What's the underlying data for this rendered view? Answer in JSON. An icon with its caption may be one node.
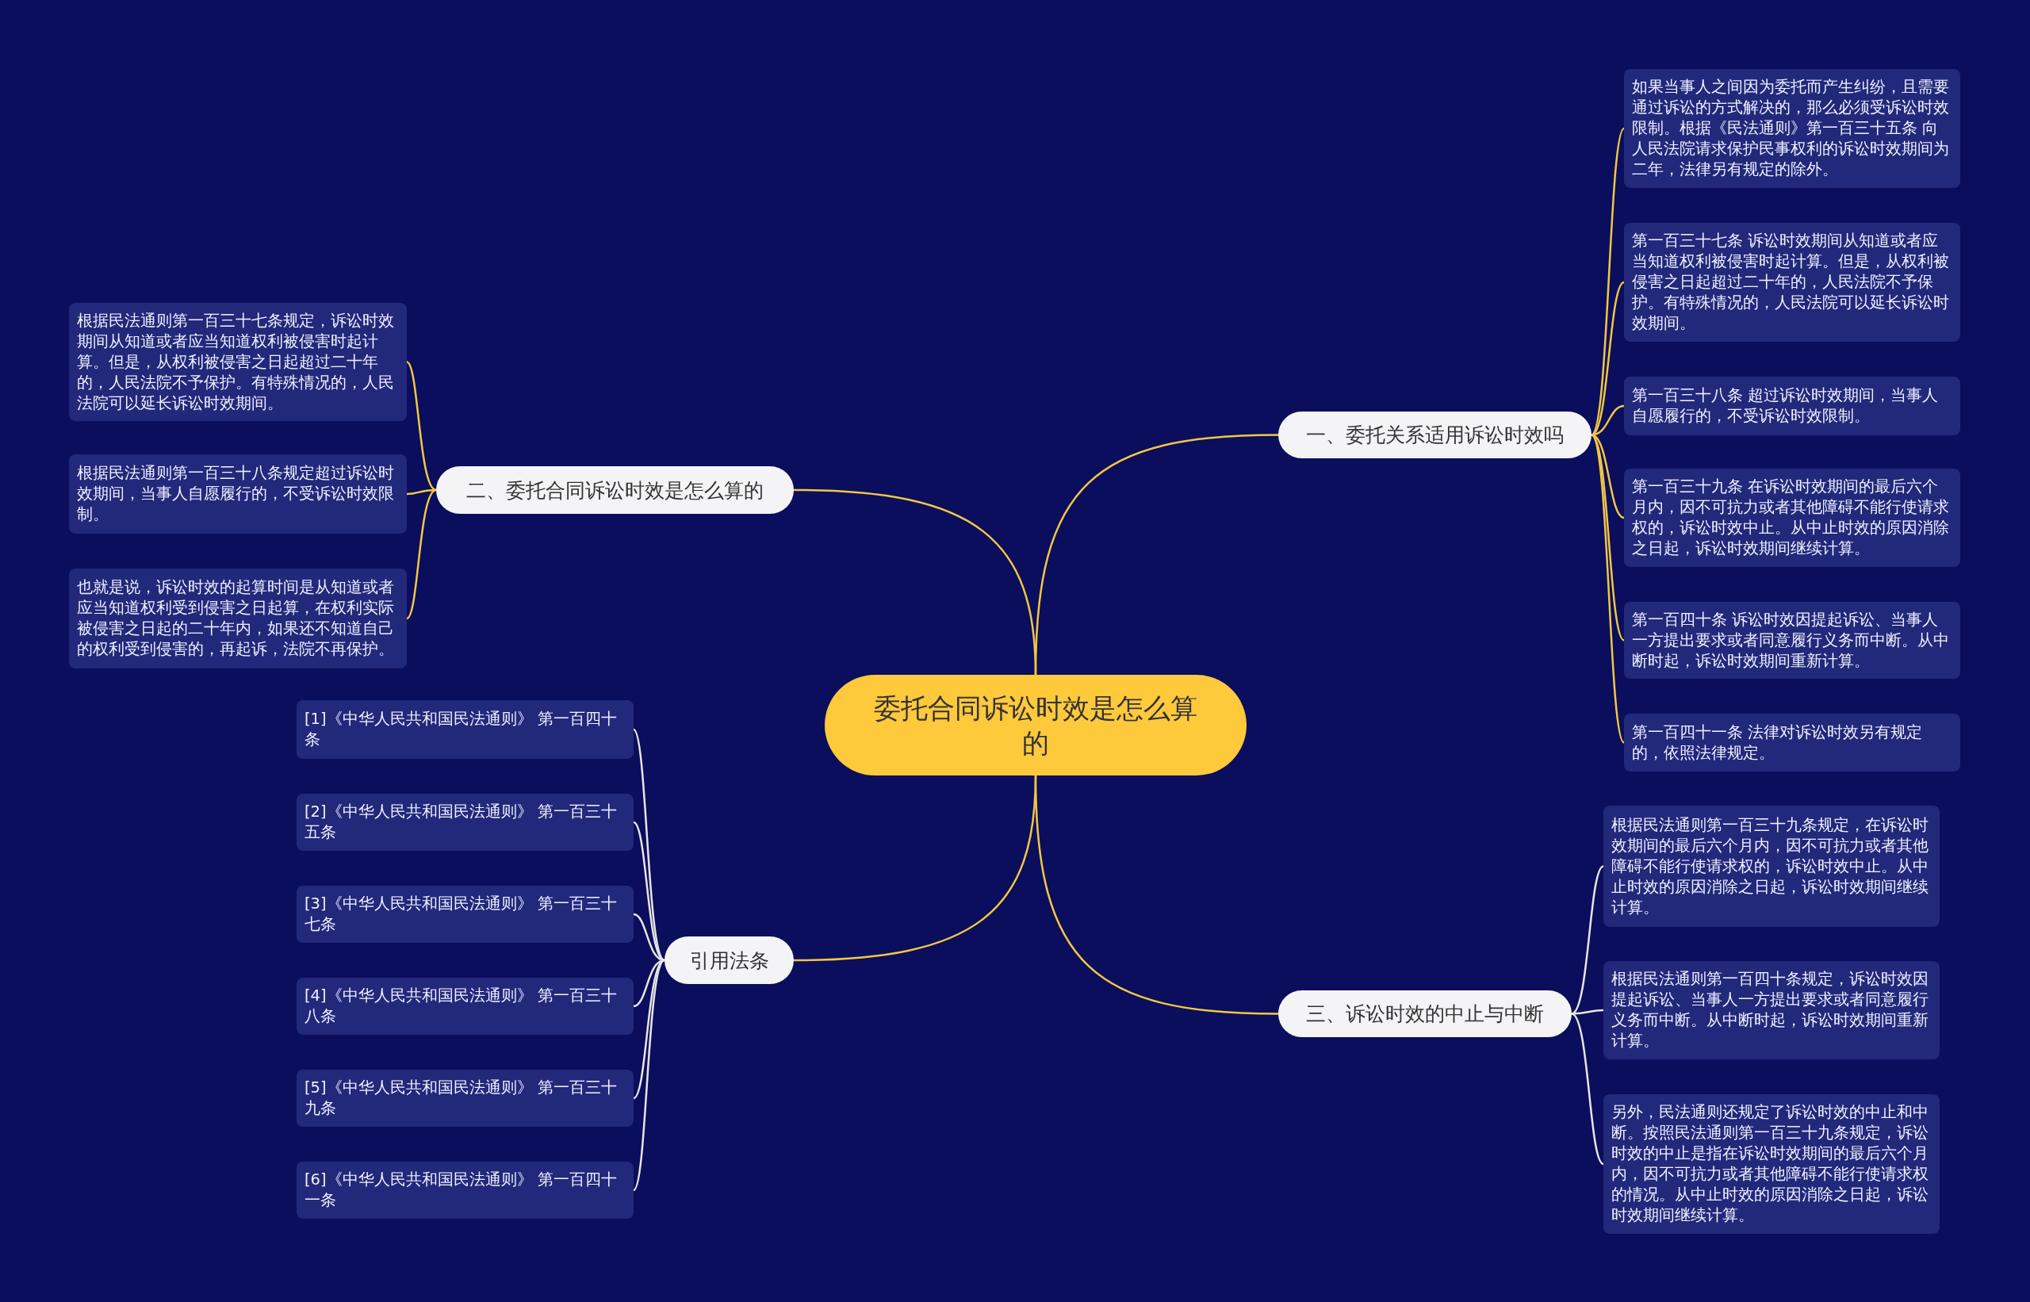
{
  "diagram": {
    "nodes": [
      {
        "text": [
          "委托合同诉讼时效是怎么算的"
        ]
      },
      {
        "text": [
          "一、委托关系适用诉讼时效吗"
        ]
      },
      {
        "text": [
          "如果当事人之间因为委托而产生纠纷，且需要通过诉讼的方式解决的，那么必须受诉讼时效限制。根据《民法通则》第一百三十五条 向人民法院请求保护民事权利的诉讼时效期间为二年，法律另有规定的除外。"
        ]
      },
      {
        "text": [
          "第一百三十七条 诉讼时效期间从知道或者应当知道权利被侵害时起计算。但是，从权利被侵害之日起超过二十年的，人民法院不予保护。有特殊情况的，人民法院可以延长诉讼时效期间。"
        ]
      },
      {
        "text": [
          "第一百三十八条 超过诉讼时效期间，当事人自愿履行的，不受诉讼时效限制。"
        ]
      },
      {
        "text": [
          "第一百三十九条 在诉讼时效期间的最后六个月内，因不可抗力或者其他障碍不能行使请求权的，诉讼时效中止。从中止时效的原因消除之日起，诉讼时效期间继续计算。"
        ]
      },
      {
        "text": [
          "第一百四十条 诉讼时效因提起诉讼、当事人一方提出要求或者同意履行义务而中断。从中断时起，诉讼时效期间重新计算。"
        ]
      },
      {
        "text": [
          "第一百四十一条 法律对诉讼时效另有规定的，依照法律规定。"
        ]
      },
      {
        "text": [
          "二、委托合同诉讼时效是怎么算的"
        ]
      },
      {
        "text": [
          "根据民法通则第一百三十七条规定，诉讼时效期间从知道或者应当知道权利被侵害时起计算。但是，从权利被侵害之日起超过二十年的，人民法院不予保护。有特殊情况的，人民法院可以延长诉讼时效期间。"
        ]
      },
      {
        "text": [
          "根据民法通则第一百三十八条规定超过诉讼时效期间，当事人自愿履行的，不受诉讼时效限制。"
        ]
      },
      {
        "text": [
          "也就是说，诉讼时效的起算时间是从知道或者应当知道权利受到侵害之日起算，在权利实际被侵害之日起的二十年内，如果还不知道自己的权利受到侵害的，再起诉，法院不再保护。"
        ]
      },
      {
        "text": [
          "三、诉讼时效的中止与中断"
        ]
      },
      {
        "text": [
          "根据民法通则第一百三十九条规定，在诉讼时效期间的最后六个月内，因不可抗力或者其他障碍不能行使请求权的，诉讼时效中止。从中止时效的原因消除之日起，诉讼时效期间继续计算。"
        ]
      },
      {
        "text": [
          "根据民法通则第一百四十条规定，诉讼时效因提起诉讼、当事人一方提出要求或者同意履行义务而中断。从中断时起，诉讼时效期间重新计算。"
        ]
      },
      {
        "text": [
          "另外，民法通则还规定了诉讼时效的中止和中断。按照民法通则第一百三十九条规定，诉讼时效的中止是指在诉讼时效期间的最后六个月内，因不可抗力或者其他障碍不能行使请求权的情况。从中止时效的原因消除之日起，诉讼时效期间继续计算。"
        ]
      },
      {
        "text": [
          "引用法条"
        ]
      },
      {
        "text": [
          "[1]《中华人民共和国民法通则》 第一百四十条"
        ]
      },
      {
        "text": [
          "[2]《中华人民共和国民法通则》 第一百三十五条"
        ]
      },
      {
        "text": [
          "[3]《中华人民共和国民法通则》 第一百三十七条"
        ]
      },
      {
        "text": [
          "[4]《中华人民共和国民法通则》 第一百三十八条"
        ]
      },
      {
        "text": [
          "[5]《中华人民共和国民法通则》 第一百三十九条"
        ]
      },
      {
        "text": [
          "[6]《中华人民共和国民法通则》 第一百四十一条"
        ]
      }
    ],
    "edges": [
      {
        "from": 0,
        "to": 1,
        "arrow": "none"
      },
      {
        "from": 0,
        "to": 8,
        "arrow": "none"
      },
      {
        "from": 0,
        "to": 12,
        "arrow": "none"
      },
      {
        "from": 0,
        "to": 16,
        "arrow": "none"
      },
      {
        "from": 1,
        "to": 2,
        "arrow": "none"
      },
      {
        "from": 1,
        "to": 3,
        "arrow": "none"
      },
      {
        "from": 1,
        "to": 4,
        "arrow": "none"
      },
      {
        "from": 1,
        "to": 5,
        "arrow": "none"
      },
      {
        "from": 1,
        "to": 6,
        "arrow": "none"
      },
      {
        "from": 1,
        "to": 7,
        "arrow": "none"
      },
      {
        "from": 8,
        "to": 9,
        "arrow": "none"
      },
      {
        "from": 8,
        "to": 10,
        "arrow": "none"
      },
      {
        "from": 8,
        "to": 11,
        "arrow": "none"
      },
      {
        "from": 12,
        "to": 13,
        "arrow": "none",
        "color": "#e6e6e6"
      },
      {
        "from": 12,
        "to": 14,
        "arrow": "none",
        "color": "#e6e6e6"
      },
      {
        "from": 12,
        "to": 15,
        "arrow": "none",
        "color": "#e6e6e6"
      },
      {
        "from": 16,
        "to": 17,
        "arrow": "none",
        "color": "#e6e6e6"
      },
      {
        "from": 16,
        "to": 18,
        "arrow": "none",
        "color": "#e6e6e6"
      },
      {
        "from": 16,
        "to": 19,
        "arrow": "none",
        "color": "#e6e6e6"
      },
      {
        "from": 16,
        "to": 20,
        "arrow": "none",
        "color": "#e6e6e6"
      },
      {
        "from": 16,
        "to": 21,
        "arrow": "none",
        "color": "#e6e6e6"
      },
      {
        "from": 16,
        "to": 22,
        "arrow": "none",
        "color": "#e6e6e6"
      }
    ]
  }
}
